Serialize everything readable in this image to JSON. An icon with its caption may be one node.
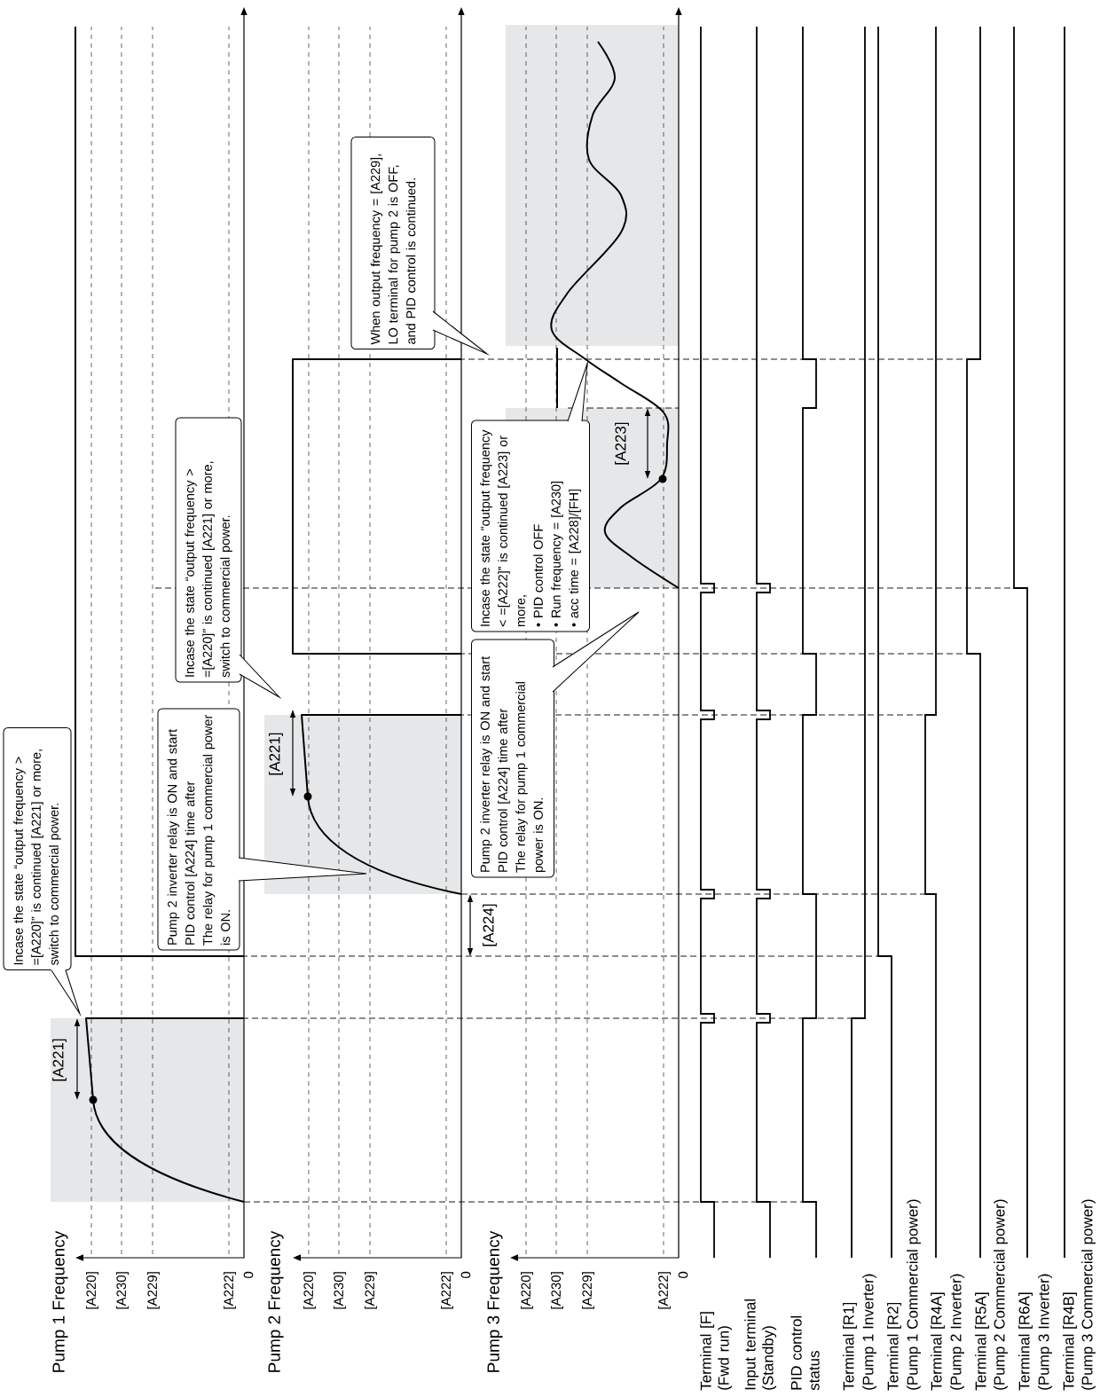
{
  "diagram": {
    "nodes": [
      {
        "text": [
          "Incase the state “output frequency > =[A220]” is continued [A221] or more, switch to commercial power."
        ]
      },
      {
        "text": [
          "Pump 2 inverter relay is ON and start PID control [A224] time after",
          "The relay for pump 1 commercial power is ON."
        ]
      },
      {
        "text": [
          "Incase the state “output frequency > =[A220]” is continued [A221] or more, switch to commercial power."
        ]
      },
      {
        "text": [
          "Pump 2 inverter relay is ON and start PID control [A224] time after",
          "The relay for pump 1 commercial power is ON."
        ]
      },
      {
        "text": [
          "Incase the state “output frequency < =[A222]” is continued [A223] or more,",
          "• PID control OFF",
          "• Run frequency = [A230]",
          "• acc time = [A228]/[FH]"
        ]
      },
      {
        "text": [
          "When output frequency = [A229], LO terminal for pump 2 is OFF, and PID control is continued."
        ]
      }
    ],
    "labels": [
      "Pump 1 Frequency",
      "[A220]",
      "[A230]",
      "[A229]",
      "[A222]",
      "0",
      "Pump 2 Frequency",
      "[A220]",
      "[A230]",
      "[A229]",
      "[A222]",
      "0",
      "Pump 3 Frequency",
      "[A220]",
      "[A230]",
      "[A229]",
      "[A222]",
      "0",
      "Terminal [F] (Fwd run)",
      "Input terminal (Standby)",
      "PID control status",
      "Terminal [R1]",
      "(Pump 1 Inverter)",
      "Terminal [R2]",
      "(Pump 1 Commercial power)",
      "Terminal [R4A]",
      "(Pump 2 Inverter)",
      "Terminal [R5A]",
      "(Pump 2 Commercial power)",
      "Terminal [R6A]",
      "(Pump 3 Inverter)",
      "Terminal [R4B]",
      "(Pump 3 Commercial power)",
      "[A221]",
      "[A221]",
      "[A224]",
      "[A223]"
    ]
  }
}
